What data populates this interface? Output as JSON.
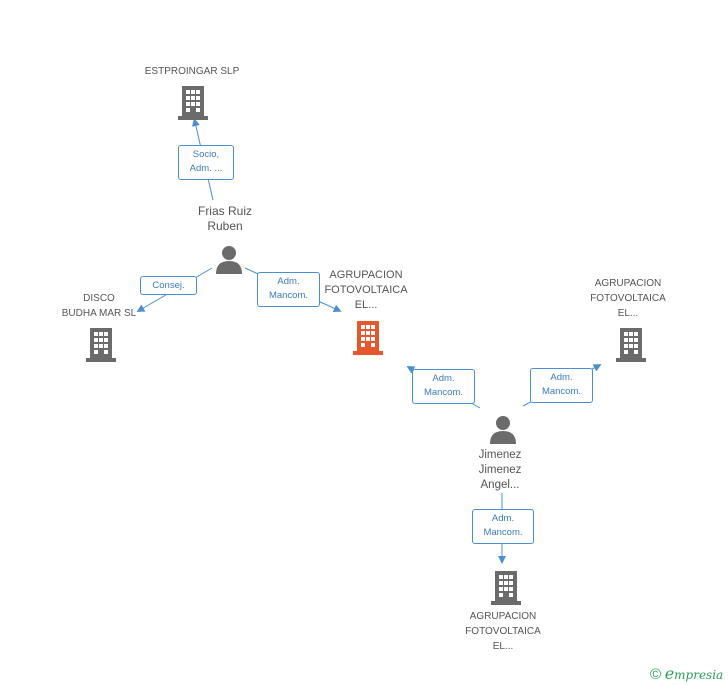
{
  "colors": {
    "edge": "#4a8fd6",
    "building": "#6b6b6b",
    "building_focus": "#e8572a",
    "person": "#6b6b6b",
    "brand": "#2a9d5a"
  },
  "nodes": {
    "estproingar": {
      "label": "ESTPROINGAR SLP",
      "icon": "building-icon"
    },
    "frias": {
      "label_line1": "Frias Ruiz",
      "label_line2": "Ruben",
      "icon": "person-icon"
    },
    "disco": {
      "label_line1": "DISCO",
      "label_line2": "BUDHA MAR SL",
      "icon": "building-icon"
    },
    "agrup_center": {
      "line1": "AGRUPACION",
      "line2": "FOTOVOLTAICA",
      "line3": "EL...",
      "icon": "building-icon"
    },
    "agrup_right": {
      "line1": "AGRUPACION",
      "line2": "FOTOVOLTAICA",
      "line3": "EL...",
      "icon": "building-icon"
    },
    "jimenez": {
      "line1": "Jimenez",
      "line2": "Jimenez",
      "line3": "Angel...",
      "icon": "person-icon"
    },
    "agrup_bottom": {
      "line1": "AGRUPACION",
      "line2": "FOTOVOLTAICA",
      "line3": "EL...",
      "icon": "building-icon"
    }
  },
  "edges": {
    "socio": {
      "line1": "Socio,",
      "line2": "Adm. ..."
    },
    "consej": {
      "line1": "Consej."
    },
    "adm_center": {
      "line1": "Adm.",
      "line2": "Mancom."
    },
    "adm_jim_center": {
      "line1": "Adm.",
      "line2": "Mancom."
    },
    "adm_jim_right": {
      "line1": "Adm.",
      "line2": "Mancom."
    },
    "adm_jim_bottom": {
      "line1": "Adm.",
      "line2": "Mancom."
    }
  },
  "brand": {
    "copyright": "©",
    "name": "mpresia",
    "initial": "e"
  }
}
